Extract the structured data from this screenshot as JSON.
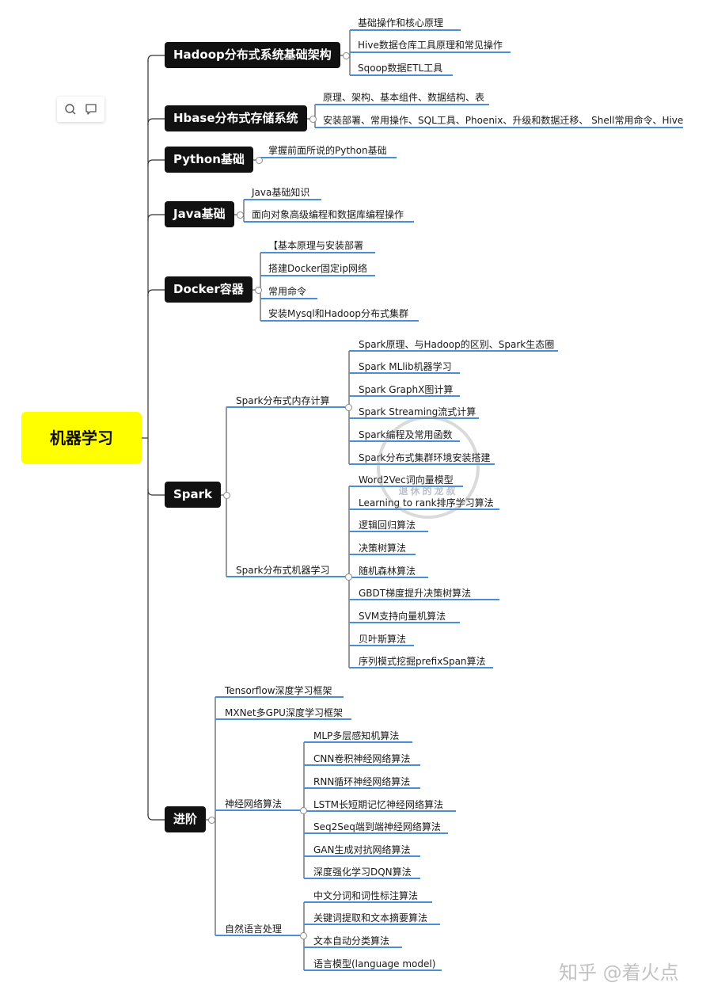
{
  "root": {
    "label": "机器学习",
    "color": "#ffff00"
  },
  "accent_color": "#4a8fd6",
  "branches": [
    {
      "key": "hadoop",
      "label": "Hadoop分布式系统基础架构",
      "children": [
        "基础操作和核心原理",
        "Hive数据仓库工具原理和常见操作",
        "Sqoop数据ETL工具"
      ]
    },
    {
      "key": "hbase",
      "label": "Hbase分布式存储系统",
      "children": [
        "原理、架构、基本组件、数据结构、表",
        "安装部署、常用操作、SQL工具、Phoenix、升级和数据迁移、 Shell常用命令、Hive"
      ]
    },
    {
      "key": "python",
      "label": "Python基础",
      "children": [
        "掌握前面所说的Python基础"
      ]
    },
    {
      "key": "java",
      "label": "Java基础",
      "children": [
        "Java基础知识",
        "面向对象高级编程和数据库编程操作"
      ]
    },
    {
      "key": "docker",
      "label": "Docker容器",
      "children": [
        "【基本原理与安装部署",
        "搭建Docker固定ip网络",
        "常用命令",
        "安装Mysql和Hadoop分布式集群"
      ]
    },
    {
      "key": "spark",
      "label": "Spark",
      "groups": [
        {
          "label": "Spark分布式内存计算",
          "children": [
            "Spark原理、与Hadoop的区别、Spark生态圈",
            "Spark MLlib机器学习",
            "Spark GraphX图计算",
            "Spark Streaming流式计算",
            "Spark编程及常用函数",
            "Spark分布式集群环境安装搭建"
          ]
        },
        {
          "label": "Spark分布式机器学习",
          "children": [
            "Word2Vec词向量模型",
            "Learning to rank排序学习算法",
            "逻辑回归算法",
            "决策树算法",
            "随机森林算法",
            " GBDT梯度提升决策树算法",
            "SVM支持向量机算法",
            "贝叶斯算法",
            "序列模式挖掘prefixSpan算法"
          ]
        }
      ]
    },
    {
      "key": "advanced",
      "label": "进阶",
      "groups": [
        {
          "label": "Tensorflow深度学习框架",
          "children": []
        },
        {
          "label": "MXNet多GPU深度学习框架",
          "children": []
        },
        {
          "label": "神经网络算法",
          "children": [
            "MLP多层感知机算法",
            "CNN卷积神经网络算法",
            "RNN循环神经网络算法",
            " LSTM长短期记忆神经网络算法",
            "Seq2Seq端到端神经网络算法",
            "GAN生成对抗网络算法",
            "深度强化学习DQN算法"
          ]
        },
        {
          "label": "自然语言处理",
          "children": [
            "中文分词和词性标注算法",
            "关键词提取和文本摘要算法",
            "文本自动分类算法",
            "语言模型(language model)"
          ]
        }
      ]
    }
  ],
  "toolbar": {
    "icons": [
      "search-icon",
      "comment-icon"
    ]
  },
  "stamp_text": "退休的龙叔",
  "watermark": "知乎 @着火点"
}
